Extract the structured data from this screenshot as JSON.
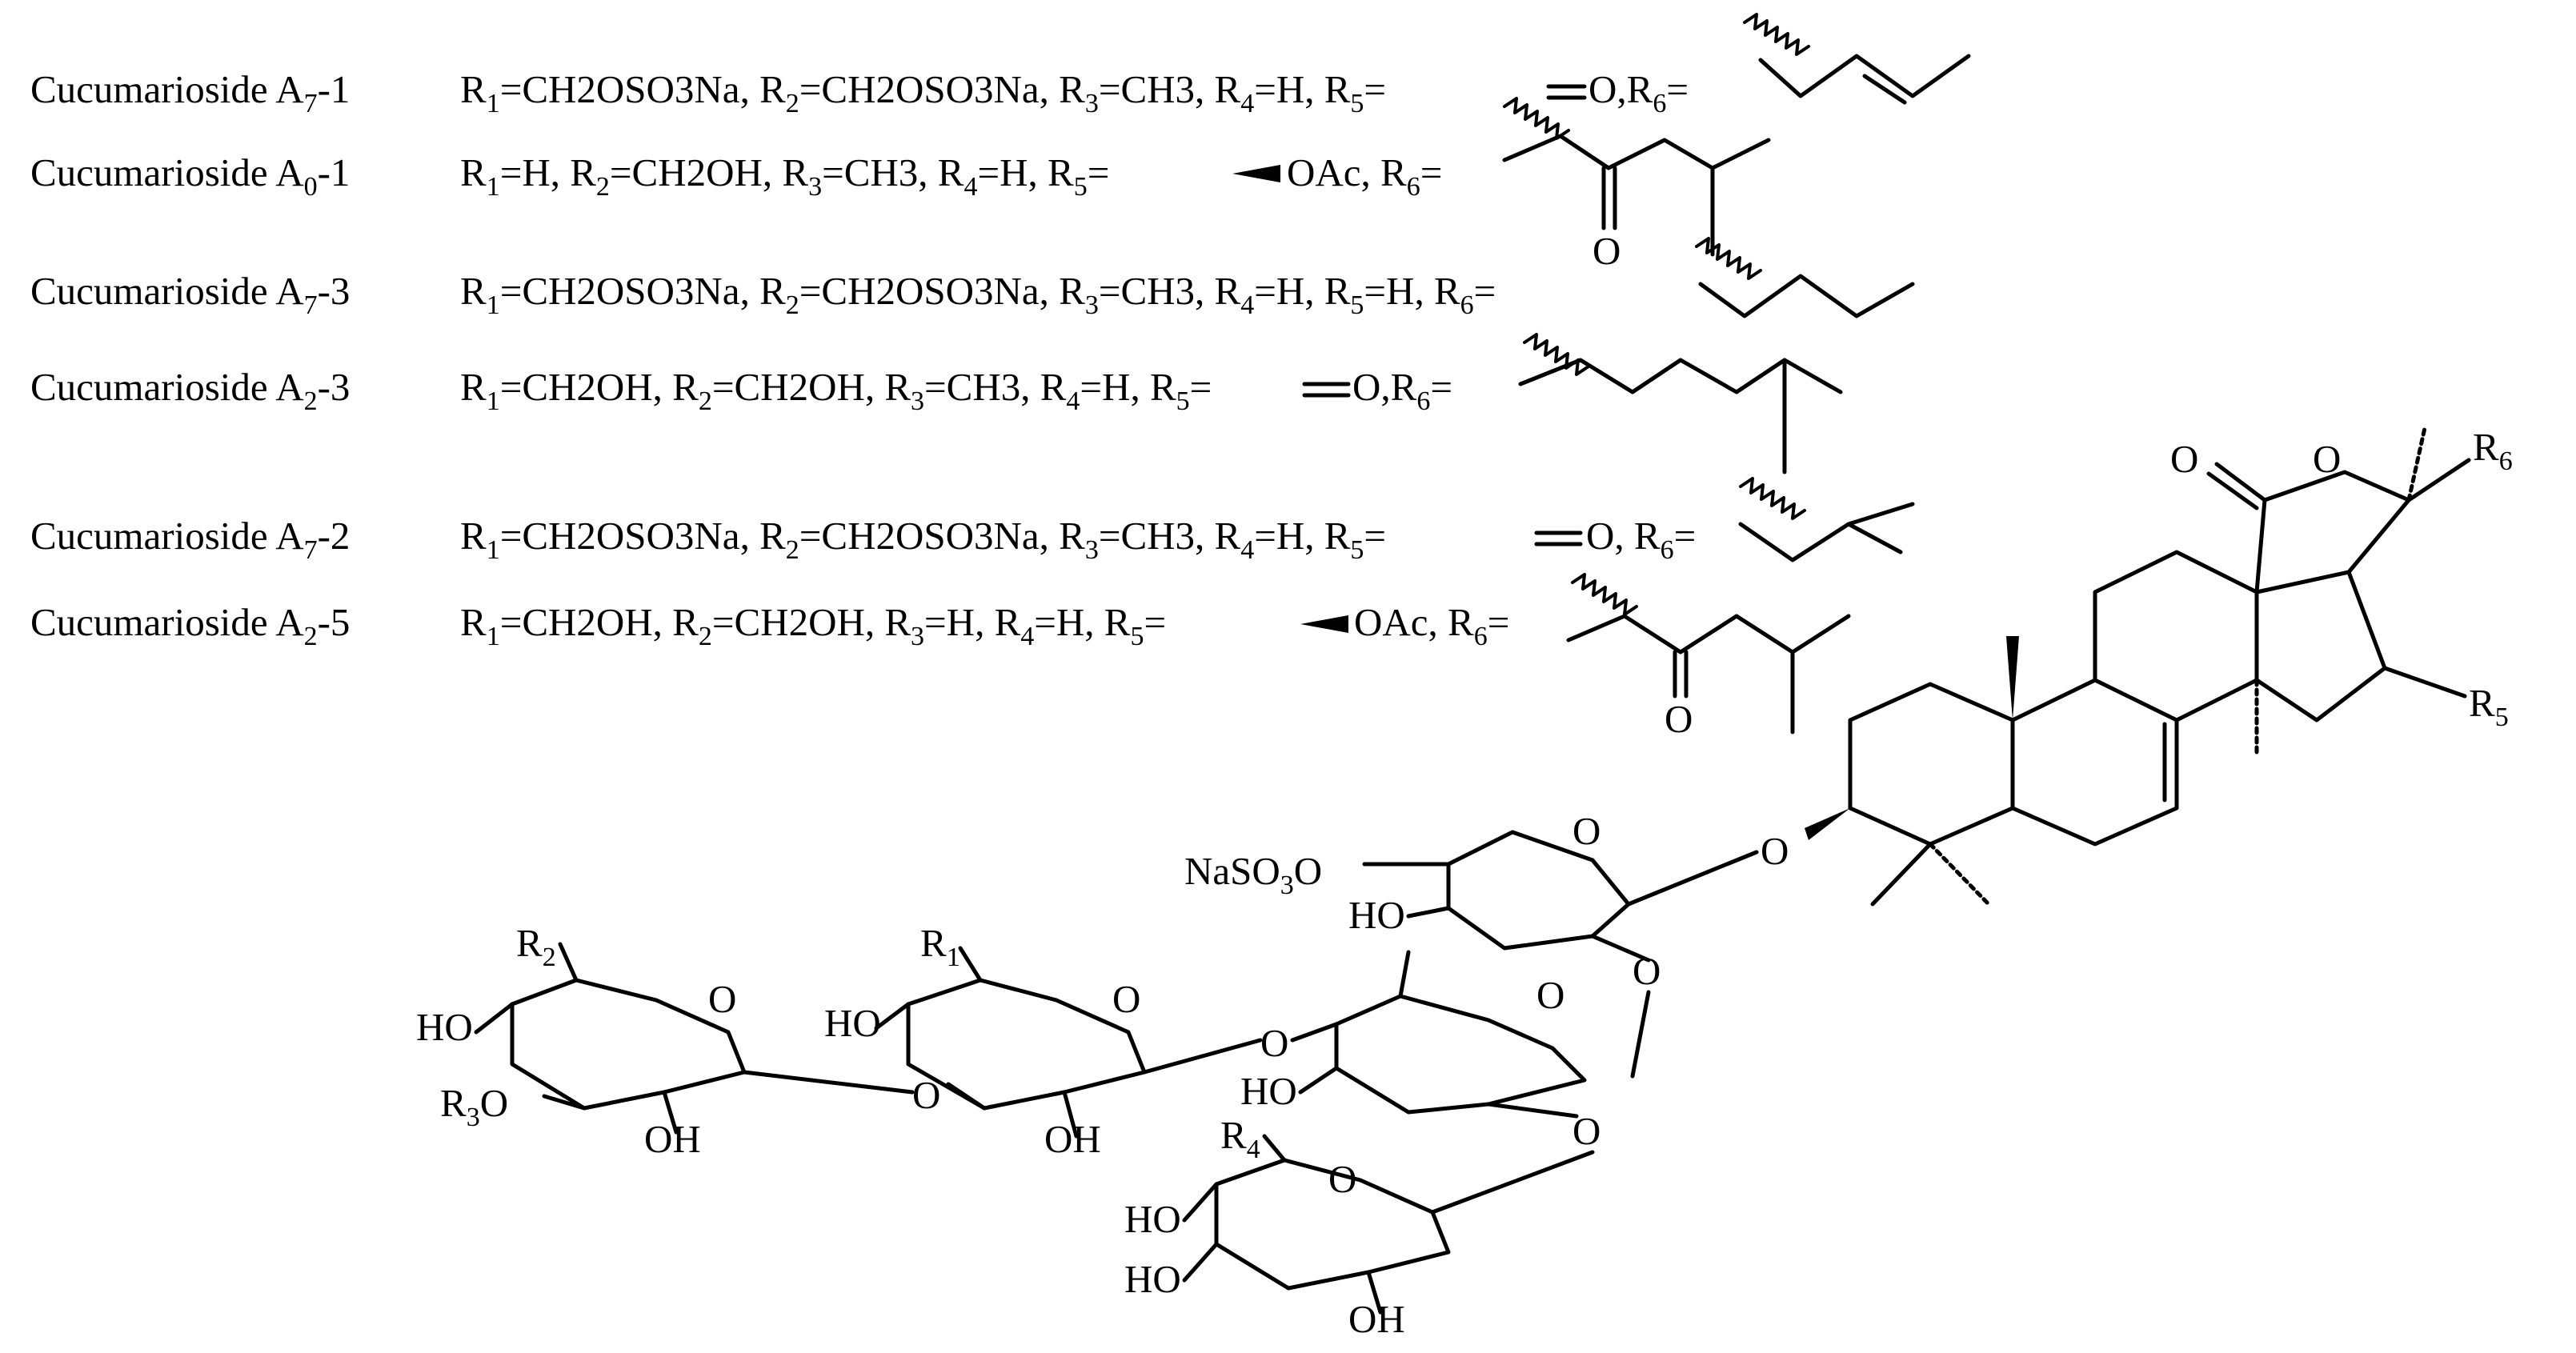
{
  "compounds": [
    {
      "name": "Cucumarioside A",
      "sub": "7",
      "suffix": "-1",
      "r1": "=CH2OSO3Na",
      "r2": "=CH2OSO3Na",
      "r3": "=CH3",
      "r4": "=H",
      "r5": "=",
      "r5_tail": "O"
    },
    {
      "name": "Cucumarioside A",
      "sub": "0",
      "suffix": "-1",
      "r1": "=H",
      "r2": "=CH2OH",
      "r3": "=CH3",
      "r4": "=H",
      "r5": "=",
      "r5_tail": "OAc"
    },
    {
      "name": "Cucumarioside A",
      "sub": "7",
      "suffix": "-3",
      "r1": "=CH2OSO3Na",
      "r2": "=CH2OSO3Na",
      "r3": "=CH3",
      "r4": "=H",
      "r5": "=H",
      "r5_tail": ""
    },
    {
      "name": "Cucumarioside A",
      "sub": "2",
      "suffix": "-3",
      "r1": "=CH2OH",
      "r2": "=CH2OH",
      "r3": "=CH3",
      "r4": "=H",
      "r5": "=",
      "r5_tail": "O"
    },
    {
      "name": "Cucumarioside A",
      "sub": "7",
      "suffix": "-2",
      "r1": "=CH2OSO3Na",
      "r2": "=CH2OSO3Na",
      "r3": "=CH3",
      "r4": "=H",
      "r5": "=",
      "r5_tail": "O"
    },
    {
      "name": "Cucumarioside A",
      "sub": "2",
      "suffix": "-5",
      "r1": "=CH2OH",
      "r2": "=CH2OH",
      "r3": "=H",
      "r4": "=H",
      "r5": "=",
      "r5_tail": "OAc"
    }
  ],
  "sidechain": {
    "r6_label": "R",
    "r6_sub": "6",
    "r6_eq": "=",
    "ketone_o": "O"
  },
  "structure": {
    "atoms": {
      "o_lactone_carbonyl": "O",
      "o_lactone_ring": "O",
      "r6": "R",
      "r6_sub": "6",
      "r5": "R",
      "r5_sub": "5",
      "o_aglycone": "O",
      "nasulfate": "NaSO",
      "nasulfate_sub": "3",
      "nasulfate_o": "O",
      "xyl_ring_o": "O",
      "xyl_ho": "HO",
      "xyl_o2": "O",
      "r1": "R",
      "r1_sub": "1",
      "r2": "R",
      "r2_sub": "2",
      "glc_ring_o": "O",
      "glc_ho": "HO",
      "glc_o_link": "O",
      "glc_oh": "OH",
      "qui_ring_o": "O",
      "qui_o_link": "O",
      "qui_ho": "HO",
      "qui_o2": "O",
      "term_ring_o": "O",
      "term_ho": "HO",
      "term_r3": "R",
      "term_r3_sub": "3",
      "term_r3_o": "O",
      "term_oh": "OH",
      "r4": "R",
      "r4_sub": "4",
      "bot_ring_o": "O",
      "bot_ho1": "HO",
      "bot_ho2": "HO",
      "bot_oh": "OH"
    }
  }
}
